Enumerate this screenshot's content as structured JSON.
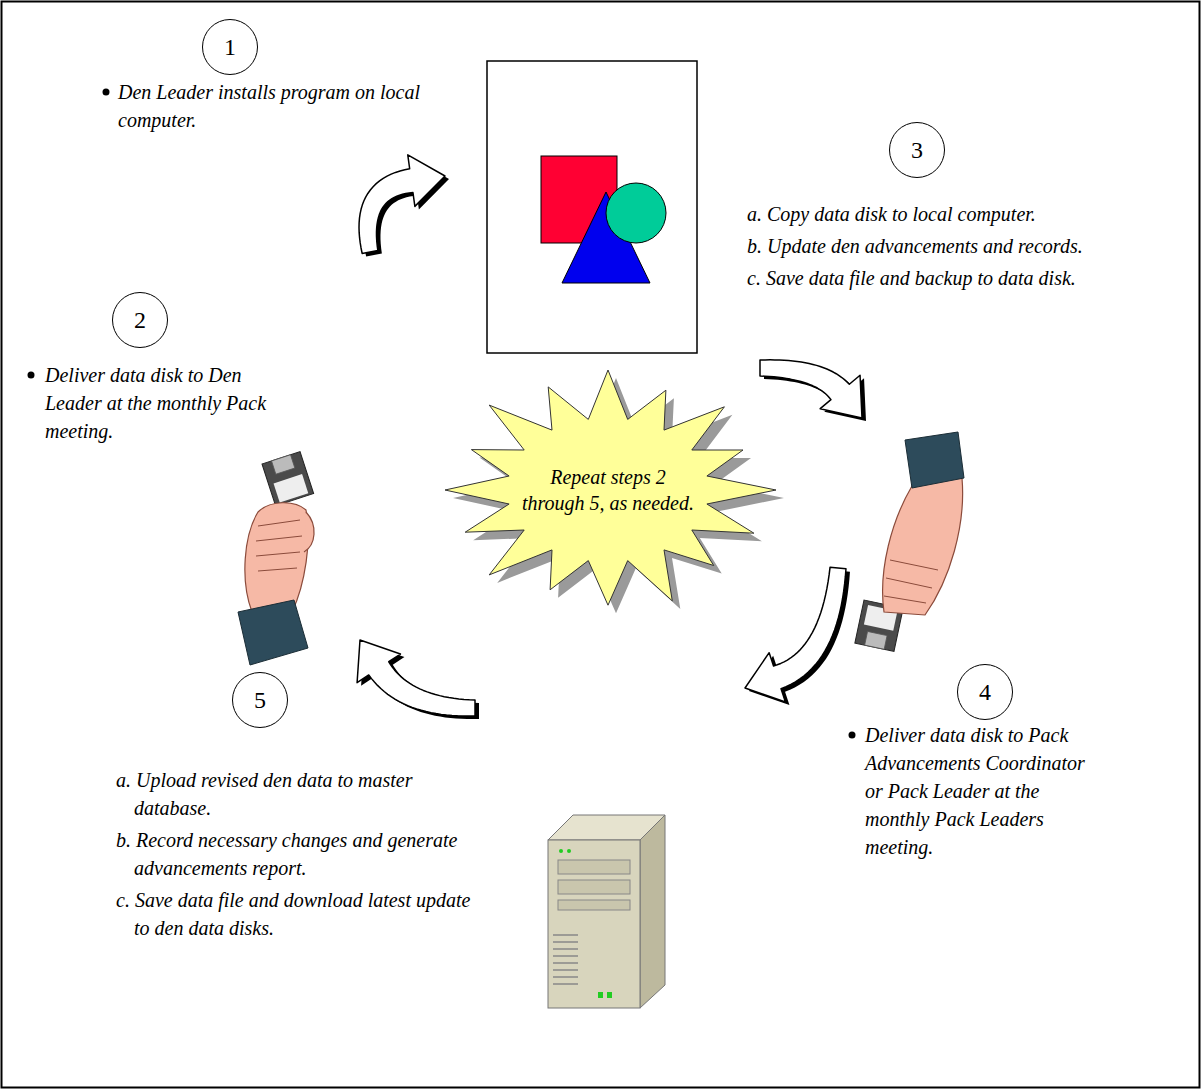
{
  "diagram": {
    "nodes": [
      {
        "text": [
          "1"
        ]
      },
      {
        "text": [
          "3"
        ]
      },
      {
        "text": [
          "2"
        ]
      },
      {
        "text": [
          "Repeat steps 2 through 5, as needed."
        ]
      },
      {
        "text": [
          "4"
        ]
      },
      {
        "text": [
          "5"
        ]
      }
    ],
    "labels": [
      "Den Leader installs program on local computer.",
      "a. Copy data disk to local computer.",
      "b. Update den advancements and records.",
      "c. Save data file and backup to data disk.",
      "Deliver data disk to Den Leader at the monthly Pack meeting.",
      "Deliver data disk to Pack Advancements Coordinator or Pack Leader at the monthly Pack Leaders meeting.",
      "a. Upload revised den data to master database.",
      "b. Record necessary changes and generate advancements report.",
      "c. Save data file and download latest update to den data disks."
    ]
  }
}
